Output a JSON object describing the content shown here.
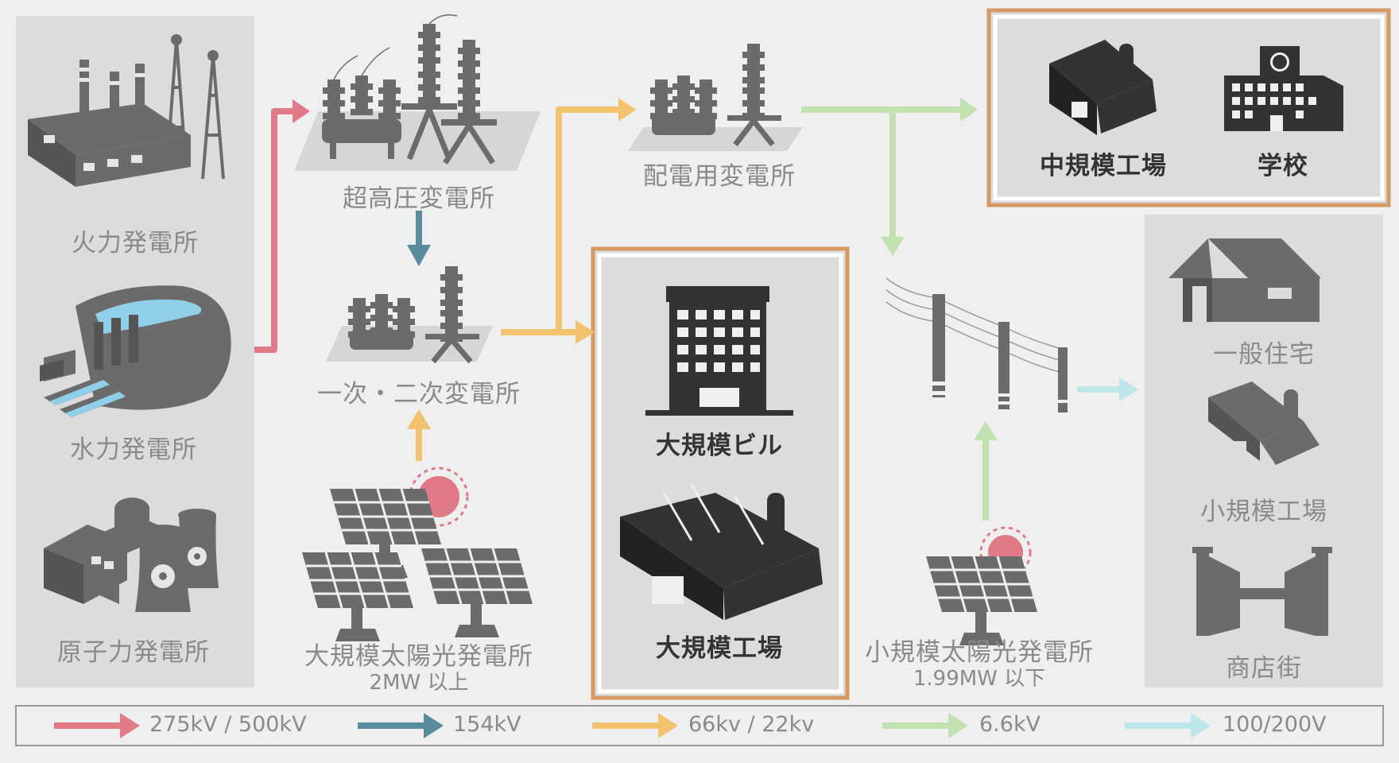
{
  "colors": {
    "red": "#e07a86",
    "blue": "#5a8c9e",
    "yellow": "#f2c36e",
    "green": "#c2e1b1",
    "cyan": "#bde6ea",
    "icon_gray": "#6b6b6b",
    "icon_dark": "#333333",
    "highlight_border": "#d59964"
  },
  "generation": {
    "thermal": "火力発電所",
    "hydro": "水力発電所",
    "nuclear": "原子力発電所"
  },
  "substations": {
    "ultra_high": "超高圧変電所",
    "primary_secondary": "一次・二次変電所",
    "distribution": "配電用変電所"
  },
  "solar": {
    "large_name": "大規模太陽光発電所",
    "large_capacity": "2MW 以上",
    "small_name": "小規模太陽光発電所",
    "small_capacity": "1.99MW 以下"
  },
  "consumers": {
    "mid_factory": "中規模工場",
    "school": "学校",
    "large_building": "大規模ビル",
    "large_factory": "大規模工場",
    "house": "一般住宅",
    "small_factory": "小規模工場",
    "shopping_street": "商店街"
  },
  "legend": [
    {
      "label": "275kV / 500kV",
      "color": "#e07a86"
    },
    {
      "label": "154kV",
      "color": "#5a8c9e"
    },
    {
      "label": "66kv / 22kv",
      "color": "#f2c36e"
    },
    {
      "label": "6.6kV",
      "color": "#c2e1b1"
    },
    {
      "label": "100/200V",
      "color": "#bde6ea"
    }
  ]
}
